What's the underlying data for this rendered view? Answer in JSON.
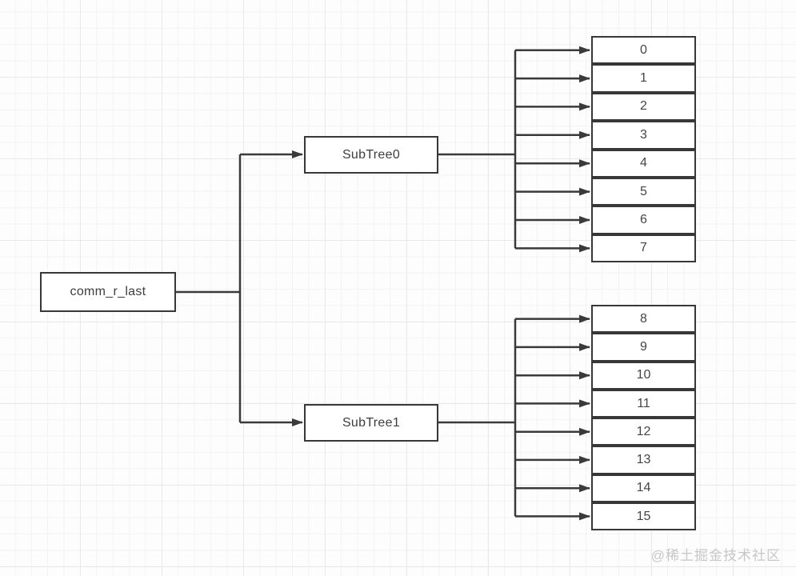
{
  "diagram": {
    "root": {
      "label": "comm_r_last"
    },
    "subtrees": [
      {
        "label": "SubTree0",
        "leaves": [
          "0",
          "1",
          "2",
          "3",
          "4",
          "5",
          "6",
          "7"
        ]
      },
      {
        "label": "SubTree1",
        "leaves": [
          "8",
          "9",
          "10",
          "11",
          "12",
          "13",
          "14",
          "15"
        ]
      }
    ]
  },
  "watermark": "@稀土掘金技术社区",
  "colors": {
    "line": "#3a3a3a",
    "box_border": "#383838",
    "text": "#3d3d3d",
    "grid_line": "#ededed",
    "background": "#fdfdfd",
    "watermark": "#c7c7c7"
  }
}
